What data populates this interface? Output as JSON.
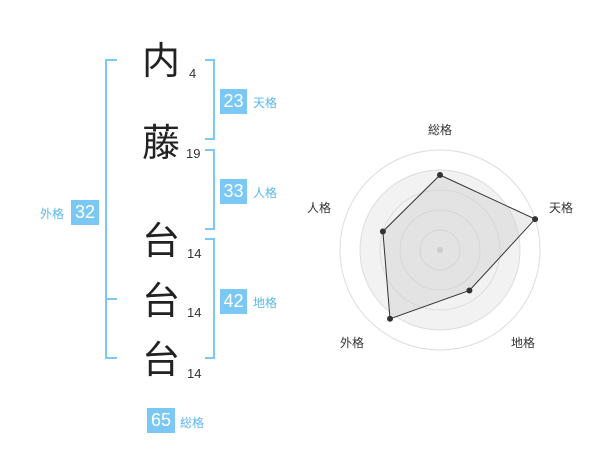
{
  "characters": [
    {
      "char": "内",
      "strokes": "4"
    },
    {
      "char": "藤",
      "strokes": "19"
    },
    {
      "char": "台",
      "strokes": "14"
    },
    {
      "char": "台",
      "strokes": "14"
    },
    {
      "char": "台",
      "strokes": "14"
    }
  ],
  "fortunes": {
    "tenkaku": {
      "value": "23",
      "label": "天格"
    },
    "jinkaku": {
      "value": "33",
      "label": "人格"
    },
    "chikaku": {
      "value": "42",
      "label": "地格"
    },
    "gaikaku": {
      "value": "32",
      "label": "外格"
    },
    "soukaku": {
      "value": "65",
      "label": "総格"
    }
  },
  "radar": {
    "axes": [
      "総格",
      "天格",
      "地格",
      "外格",
      "人格"
    ],
    "levels": [
      0.75,
      1.0,
      0.5,
      0.85,
      0.6
    ]
  },
  "colors": {
    "accent": "#7cc8f4",
    "accent_text": "#59b8ee",
    "bracket": "#7cc8f4"
  }
}
